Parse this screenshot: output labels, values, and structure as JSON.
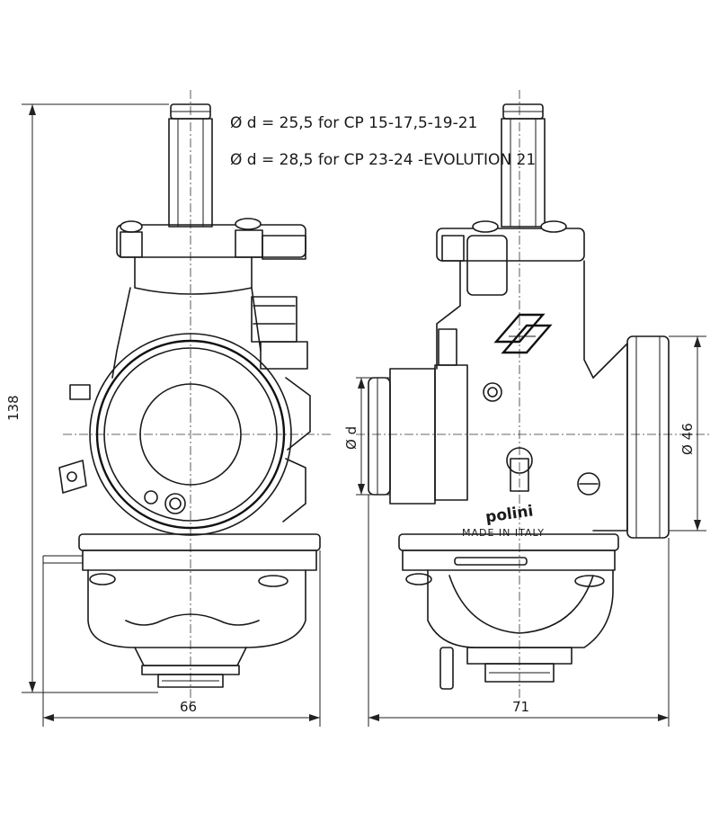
{
  "notes": {
    "line1": "Ø d = 25,5  for CP 15-17,5-19-21",
    "line2": "Ø d = 28,5  for CP 23-24 -EVOLUTION  21"
  },
  "dimensions": {
    "height": "138",
    "width_front": "66",
    "width_side": "71",
    "diameter_inlet": "Ø d",
    "diameter_outlet": "Ø 46"
  },
  "markings": {
    "brand": "polini",
    "made_in": "MADE IN ITALY"
  }
}
